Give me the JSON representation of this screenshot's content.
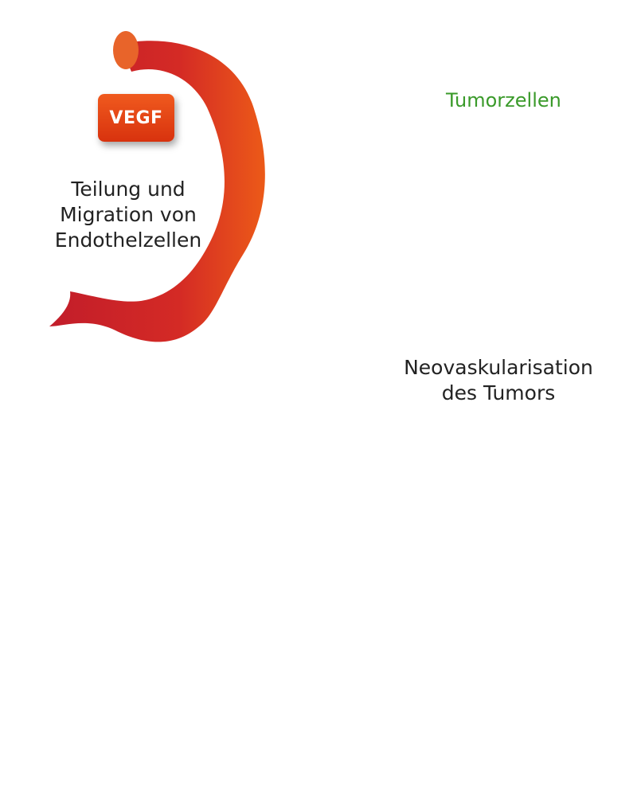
{
  "labels": {
    "vegf": "VEGF",
    "tumor_cells": "Tumorzellen",
    "migration_line1": "Teilung und",
    "migration_line2": "Migration von",
    "migration_line3": "Endothelzellen",
    "neovasc_line1": "Neovaskularisation",
    "neovasc_line2": "des Tumors"
  },
  "colors": {
    "vessel_dark": "#c8202a",
    "vessel_light": "#ea5a1a",
    "tumor_green": "#4caf2a",
    "label_green": "#3a9a2a",
    "arrow_gray": "#9a9a9a",
    "vegf_orange": "#e5441a"
  }
}
